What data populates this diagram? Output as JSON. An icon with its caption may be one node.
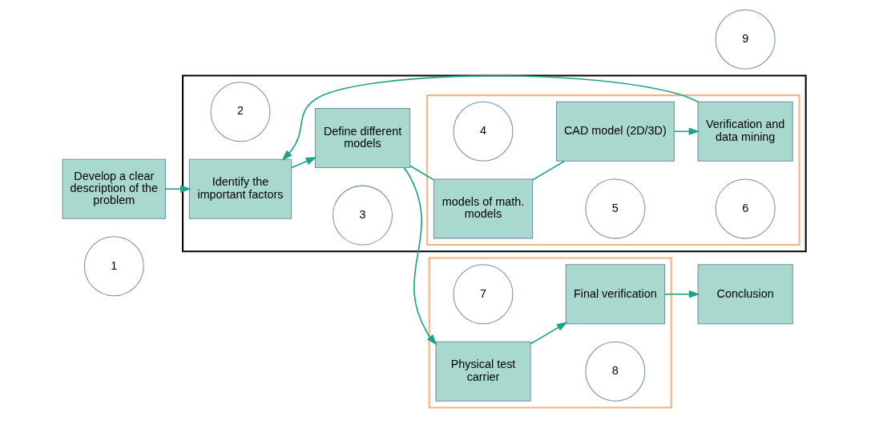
{
  "diagram": {
    "nodes": [
      {
        "text": [
          "1"
        ]
      },
      {
        "text": [
          "Develop a clear description of the problem"
        ]
      },
      {
        "text": [],
        "shape": "box"
      },
      {
        "text": [
          "2"
        ],
        "in": 2
      },
      {
        "text": [
          "Identify the important factors"
        ],
        "in": 2
      },
      {
        "text": [
          "3"
        ],
        "in": 2
      },
      {
        "text": [
          "Define different models"
        ],
        "in": 2
      },
      {
        "text": [],
        "shape": "box",
        "in": 2
      },
      {
        "text": [
          "4"
        ],
        "in": 7
      },
      {
        "text": [
          "models of math. models"
        ],
        "in": 7
      },
      {
        "text": [
          "5"
        ],
        "in": 7
      },
      {
        "text": [
          "CAD model (2D/3D)"
        ],
        "in": 7
      },
      {
        "text": [
          "6"
        ],
        "in": 7
      },
      {
        "text": [
          "Verification and data mining"
        ],
        "in": 7
      },
      {
        "text": [],
        "shape": "box"
      },
      {
        "text": [
          "7"
        ],
        "in": 14
      },
      {
        "text": [
          "Physical test carrier"
        ],
        "in": 14
      },
      {
        "text": [
          "8"
        ],
        "in": 14
      },
      {
        "text": [
          "Final verification"
        ],
        "in": 14
      },
      {
        "text": [
          "9"
        ]
      },
      {
        "text": [
          "Conclusion"
        ]
      }
    ],
    "edges": [
      {
        "from": 1,
        "to": 4,
        "arrow": "to"
      },
      {
        "from": 4,
        "to": 6,
        "arrow": "to"
      },
      {
        "from": 6,
        "to": 16,
        "arrow": "to"
      },
      {
        "from": 16,
        "to": 18,
        "arrow": "to"
      },
      {
        "from": 18,
        "to": 20,
        "arrow": "to"
      },
      {
        "from": 6,
        "to": 9,
        "arrow": "none"
      },
      {
        "from": 9,
        "to": 11,
        "arrow": "none"
      },
      {
        "from": 11,
        "to": 13,
        "arrow": "to"
      },
      {
        "from": 13,
        "to": 4,
        "arrow": "to"
      }
    ]
  }
}
